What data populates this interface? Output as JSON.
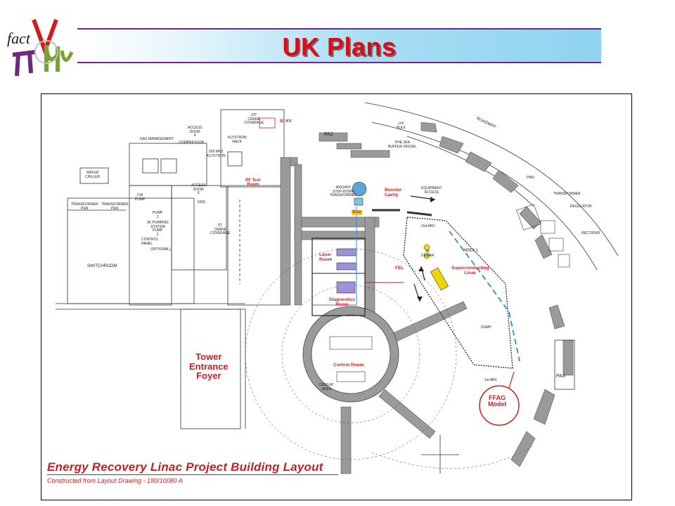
{
  "header": {
    "logo_text": "fact",
    "title": "UK Plans"
  },
  "plan": {
    "caption_title": "Energy Recovery Linac Project Building Layout",
    "caption_subtitle": "Constructed from Layout Drawing - 180/10080 A",
    "red_labels": {
      "rf_test_room": "RF Test\nRoom",
      "kv50": "50 KV",
      "booster_cavity": "Booster\nCavity",
      "gun": "Gun",
      "laser_room": "Laser\nRoom",
      "fel": "FEL",
      "superconducting_linac": "Superconducting\nLinac",
      "diagnostics_room": "Diagnostics\nRoom",
      "control_room": "Control Room",
      "tower_foyer": "Tower\nEntrance\nFoyer",
      "ffag_model": "FFAG\nModel"
    },
    "small_labels": {
      "gas_management": "GAS MANAGEMENT",
      "compressor": "COMPRESSOR",
      "water_chiller": "WATER\nCHILLER",
      "transformer_pen1": "TRANSFORMER\nPEN",
      "transformer_pen2": "TRANSFORMER\nPEN",
      "switchroom": "SWITCHROOM",
      "cw_pump": "CW\nPUMP",
      "pump1": "PUMP\n1",
      "pump2": "PUMP\n2",
      "pumping_system": "2K PUMPING\nSYSTEM",
      "control_panel": "CONTROL\nPANEL",
      "optional": "(OPTIONAL)",
      "access_door4": "ACCESS\nDOOR\n4",
      "access_door5": "ACCESS\nDOOR\n5",
      "klystron_500": "500 MHZ\nKLYSTRON",
      "klystron_rack": "KLYSTRON\nRACK",
      "crane_coverage_10t": "10T\nCRANE\nCOVERAGE",
      "crane_coverage_5t": "5T\nCRANE\nCOVERAGE",
      "dim_5300": "5300",
      "pa2": "PA2",
      "pa3": "PA3",
      "ln2_bulk": "LN²\nBULK",
      "buffer_vessel": "PHE SFA\nBUFFER VESSEL",
      "roadway": "ROADWAY",
      "equipment_access": "EQUIPMENT\nACCESS",
      "area1": "AREA 1",
      "pmu": "PMU",
      "transformer": "TRANSFORMER",
      "regulator": "REGULATOR",
      "rectifier": "RECTIFIER",
      "dump": "DUMP",
      "first_arc": "1st ARC",
      "second_arc": "2nd ARC",
      "display_area": "DISPLAY\nAREA",
      "dewar": "4K\nDEWAR",
      "step_down_transformer": "400/240V\nSTEP-DOWN\nTRANSFORMER"
    },
    "colors": {
      "red_label": "#cc1f1f",
      "wall_gray": "#9a9a9a",
      "beam_blue": "#2a8fd6",
      "linac_yellow": "#f2d400",
      "laser_purple": "#a090d8"
    }
  }
}
